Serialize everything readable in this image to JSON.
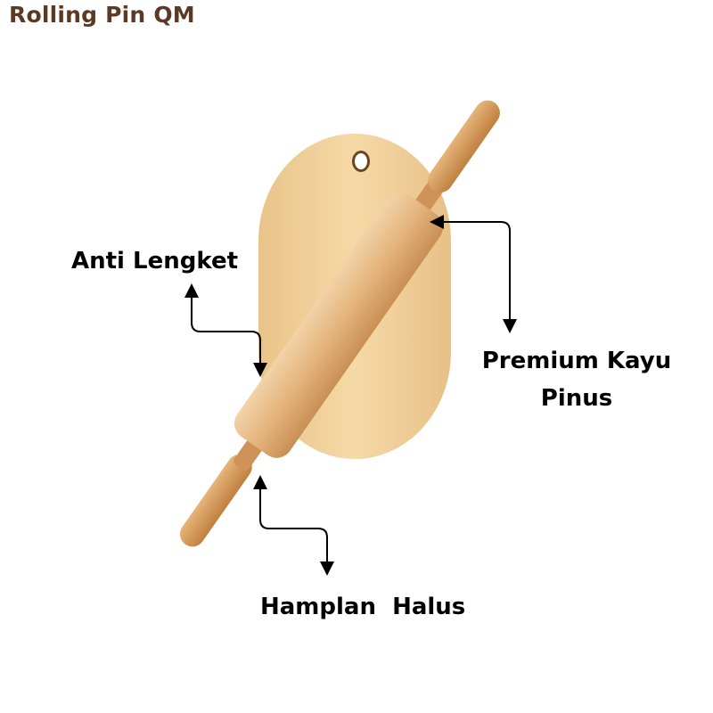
{
  "title": "Rolling Pin QM",
  "labels": {
    "anti_lengket": "Anti Lengket",
    "premium_line1": "Premium Kayu",
    "premium_line2": "Pinus",
    "hamplan": "Hamplan  Halus"
  },
  "colors": {
    "title": "#5a3a24",
    "board": "#f0cf98",
    "pin": "#e2b47e",
    "handle": "#d49a5c",
    "arrow": "#000000"
  }
}
